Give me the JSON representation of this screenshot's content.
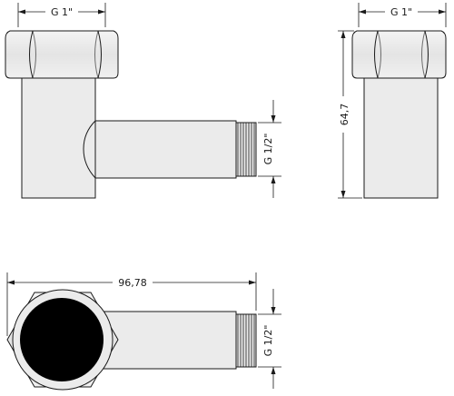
{
  "dimensions": {
    "front_top_width": "G 1\"",
    "front_thread": "G 1/2\"",
    "side_top_width": "G 1\"",
    "side_height": "64,7",
    "top_length": "96,78",
    "top_thread": "G 1/2\""
  },
  "colors": {
    "part_fill": "#ebebeb",
    "outline": "#1a1a1a",
    "end_hole": "#000000"
  }
}
